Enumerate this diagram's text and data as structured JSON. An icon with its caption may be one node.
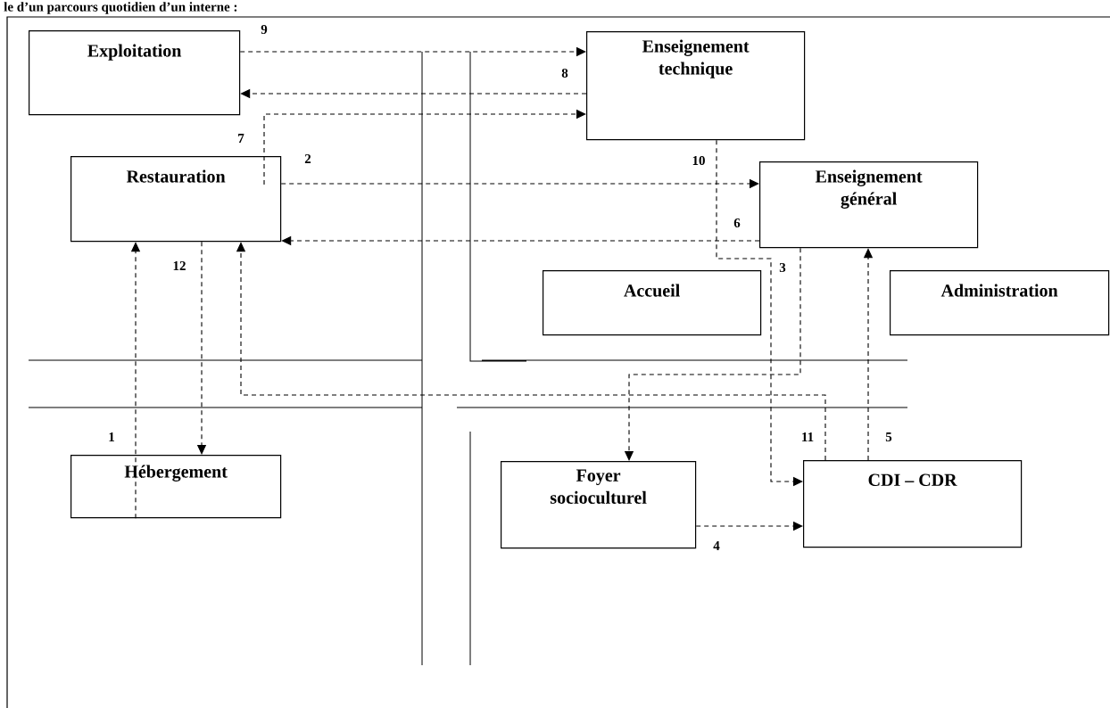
{
  "diagram": {
    "title": "le d’un parcours quotidien d’un interne :",
    "nodes": [
      {
        "text": [
          "Exploitation"
        ]
      },
      {
        "text": [
          "Enseignement technique"
        ]
      },
      {
        "text": [
          "Restauration"
        ]
      },
      {
        "text": [
          "Enseignement général"
        ]
      },
      {
        "text": [
          "Accueil"
        ]
      },
      {
        "text": [
          "Administration"
        ]
      },
      {
        "text": [
          "Hébergement"
        ]
      },
      {
        "text": [
          "Foyer socioculturel"
        ]
      },
      {
        "text": [
          "CDI – CDR"
        ]
      }
    ],
    "edges": [
      {
        "from": 6,
        "to": 2,
        "arrow": "to",
        "label": "1",
        "style": "dashed"
      },
      {
        "from": 2,
        "to": 3,
        "arrow": "to",
        "label": "2",
        "style": "dashed"
      },
      {
        "from": 3,
        "to": 7,
        "arrow": "to",
        "label": "3",
        "style": "dashed"
      },
      {
        "from": 7,
        "to": 8,
        "arrow": "to",
        "label": "4",
        "style": "dashed"
      },
      {
        "from": 8,
        "to": 3,
        "arrow": "to",
        "label": "5",
        "style": "dashed"
      },
      {
        "from": 3,
        "to": 2,
        "arrow": "to",
        "label": "6",
        "style": "dashed"
      },
      {
        "from": 2,
        "to": 1,
        "arrow": "to",
        "label": "7",
        "style": "dashed"
      },
      {
        "from": 1,
        "to": 0,
        "arrow": "to",
        "label": "8",
        "style": "dashed"
      },
      {
        "from": 0,
        "to": 1,
        "arrow": "to",
        "label": "9",
        "style": "dashed"
      },
      {
        "from": 1,
        "to": 8,
        "arrow": "to",
        "label": "10",
        "style": "dashed"
      },
      {
        "from": 8,
        "to": 2,
        "arrow": "to",
        "label": "11",
        "style": "dashed"
      },
      {
        "from": 2,
        "to": 6,
        "arrow": "to",
        "label": "12",
        "style": "dashed"
      }
    ]
  }
}
